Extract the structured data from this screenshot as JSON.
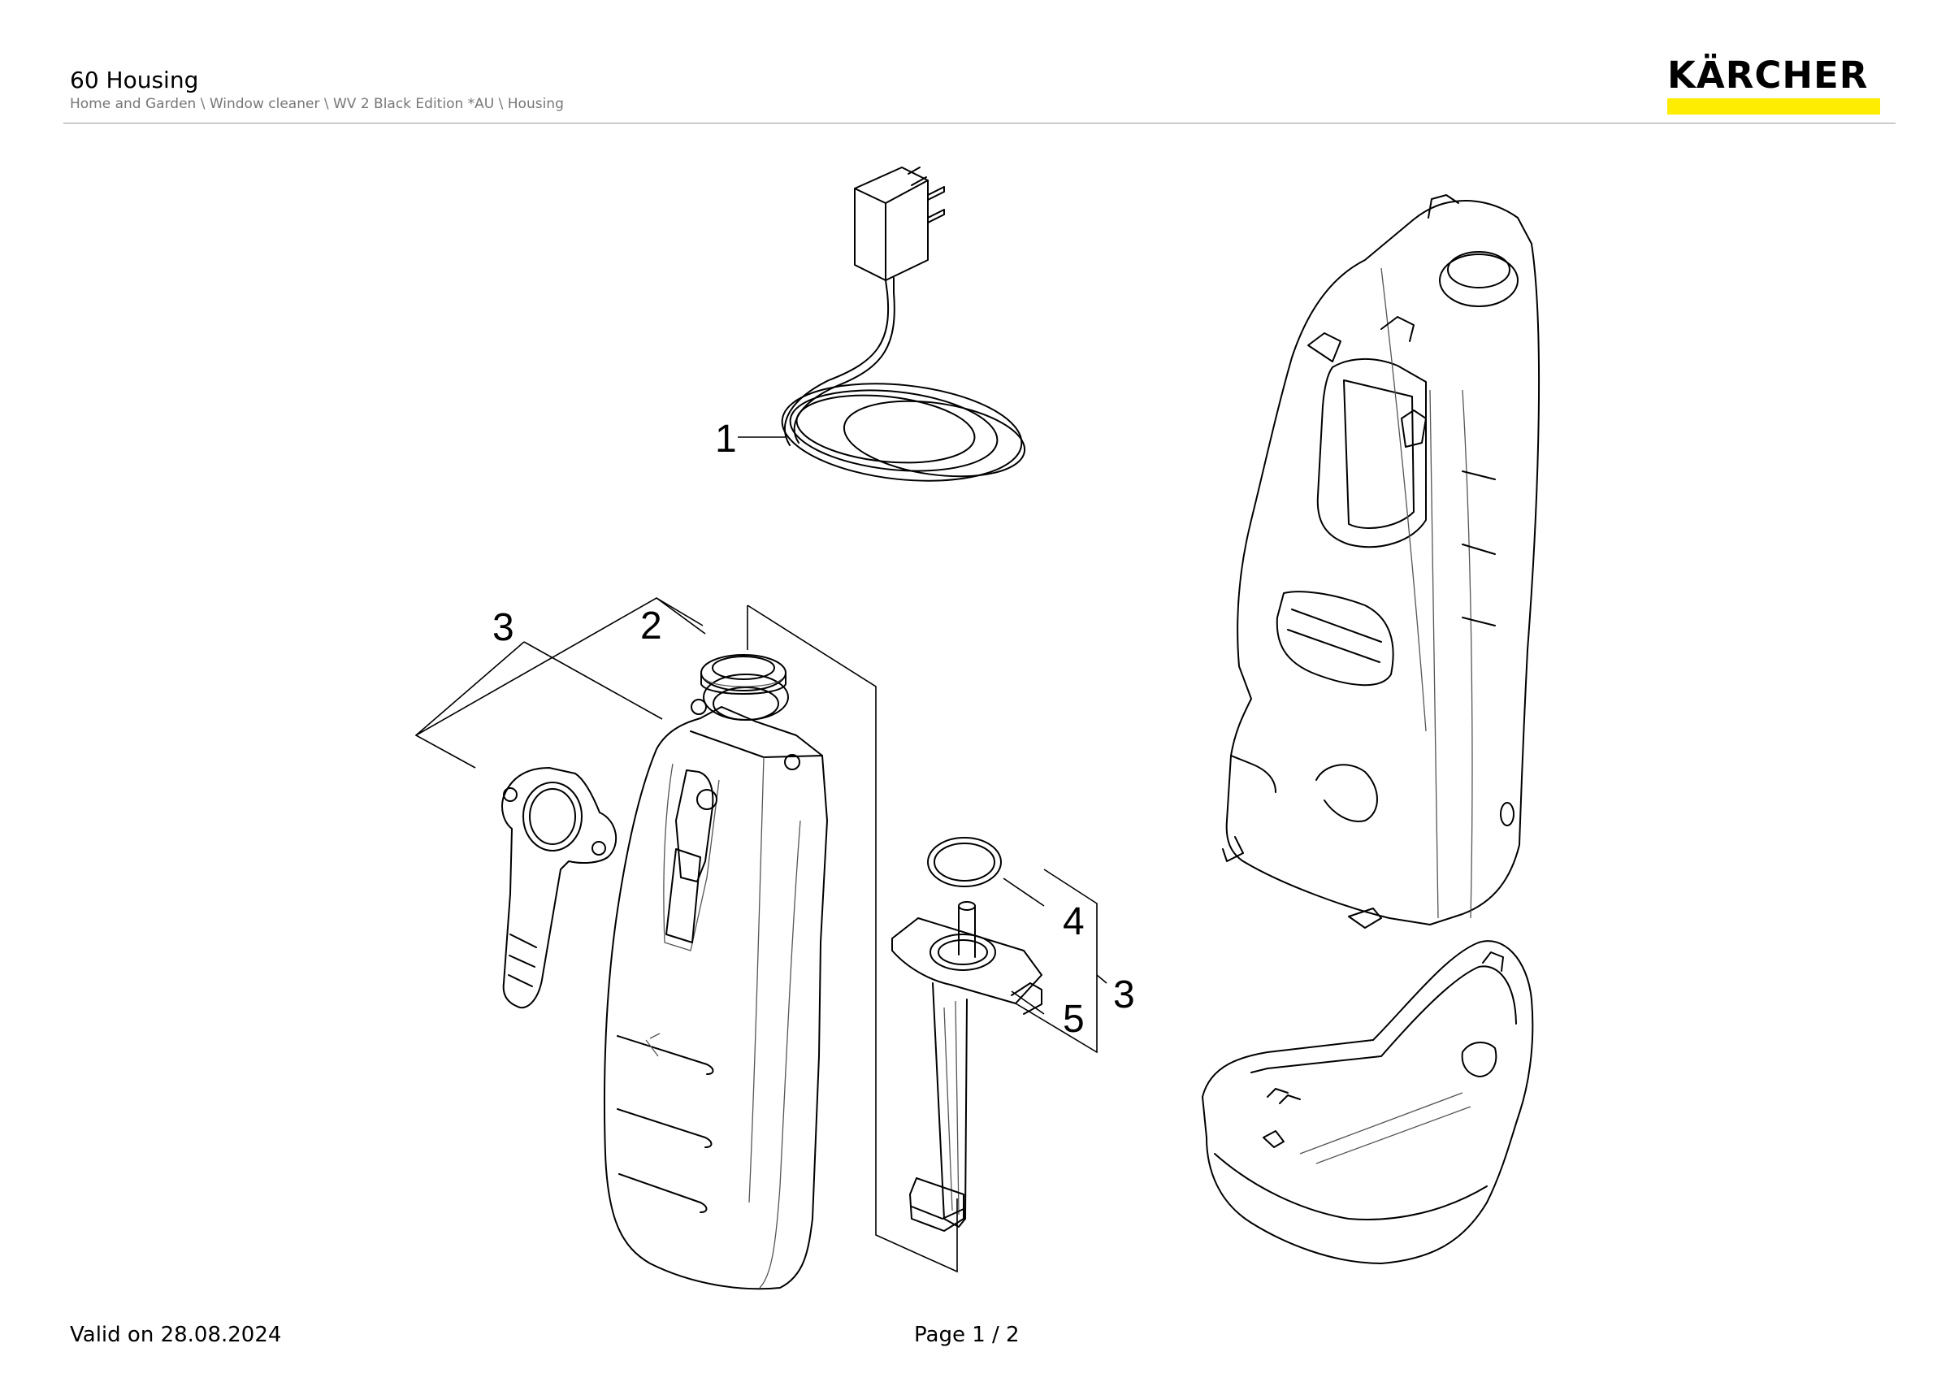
{
  "header": {
    "title": "60 Housing",
    "breadcrumb": "Home and Garden \\ Window cleaner \\ WV 2 Black Edition *AU \\ Housing"
  },
  "brand": {
    "logo_text": "KÄRCHER",
    "bar_color": "#ffed00"
  },
  "callouts": [
    "1",
    "2",
    "3",
    "4",
    "5",
    "3"
  ],
  "footer": {
    "valid": "Valid on 28.08.2024",
    "page": "Page 1 / 2"
  }
}
